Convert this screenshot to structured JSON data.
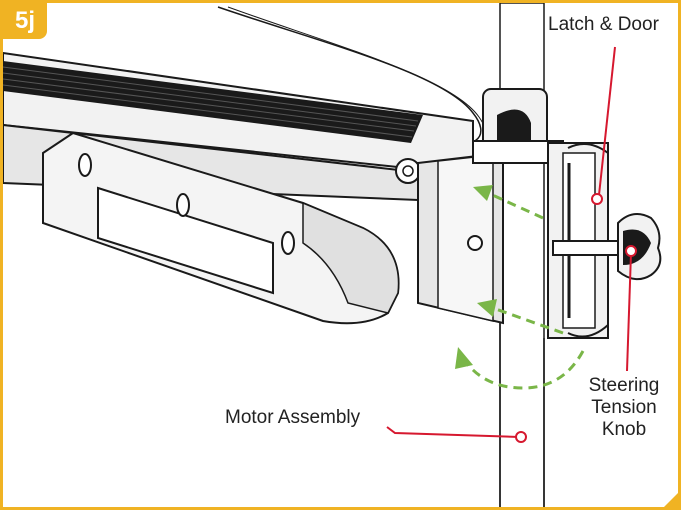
{
  "step": {
    "number": "5j"
  },
  "callouts": {
    "latch_door": "Latch & Door",
    "motor_assembly": "Motor Assembly",
    "steering_knob_line1": "Steering",
    "steering_knob_line2": "Tension",
    "steering_knob_line3": "Knob"
  },
  "colors": {
    "frame": "#f0b323",
    "callout_leader": "#d6182f",
    "motion_arrow": "#7ab648",
    "line_art": "#1a1a1a",
    "shading": "#e6e6e6"
  }
}
